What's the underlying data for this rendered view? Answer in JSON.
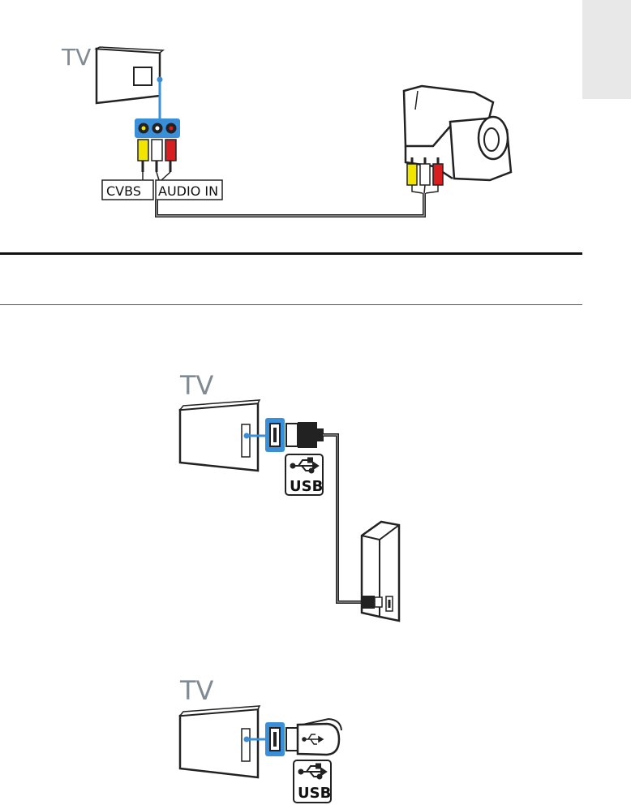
{
  "diagram_camcorder": {
    "tv_label": "TV",
    "cvbs_label": "CVBS",
    "audio_in_label": "AUDIO IN"
  },
  "diagram_usb_hdd": {
    "tv_label": "TV",
    "usb_label": "USB"
  },
  "diagram_usb_stick": {
    "tv_label": "TV",
    "usb_label": "USB"
  },
  "colors": {
    "accent_blue": "#3a8fd8",
    "tab_gray": "#e8e8e8",
    "tv_label_gray": "#7f8a92",
    "rca_yellow": "#f2e600",
    "rca_red": "#d81e1e"
  }
}
